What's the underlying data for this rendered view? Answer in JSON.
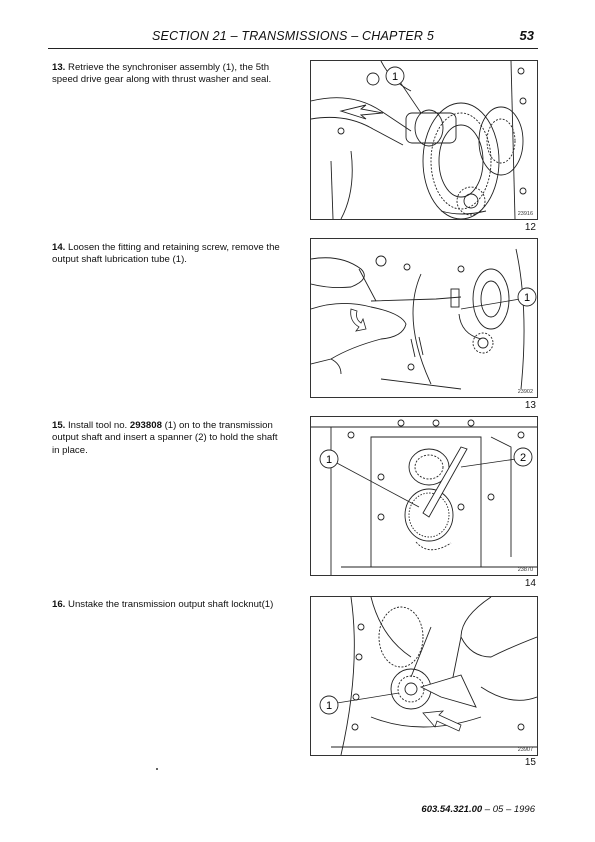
{
  "header": {
    "title": "SECTION 21 – TRANSMISSIONS – CHAPTER 5",
    "page_number": "53"
  },
  "steps": [
    {
      "num": "13.",
      "text": "Retrieve the synchroniser assembly (1), the 5th speed drive gear along with thrust washer and seal."
    },
    {
      "num": "14.",
      "text": "Loosen the fitting and retaining screw, remove the output shaft lubrication tube (1)."
    },
    {
      "num": "15.",
      "pre": "Install tool no. ",
      "tool": "293808",
      "post": " (1) on to the transmission output shaft and insert a spanner (2) to hold the shaft in place."
    },
    {
      "num": "16.",
      "text": "Unstake the transmission output shaft locknut(1)"
    }
  ],
  "figures": [
    {
      "callouts": [
        "1"
      ],
      "code": "23916",
      "number": "12"
    },
    {
      "callouts": [
        "1"
      ],
      "code": "23902",
      "number": "13"
    },
    {
      "callouts": [
        "1",
        "2"
      ],
      "code": "23870",
      "number": "14"
    },
    {
      "callouts": [
        "1"
      ],
      "code": "23907",
      "number": "15"
    }
  ],
  "footer": {
    "doc_code": "603.54.321.00",
    "date": " – 05 – 1996"
  }
}
